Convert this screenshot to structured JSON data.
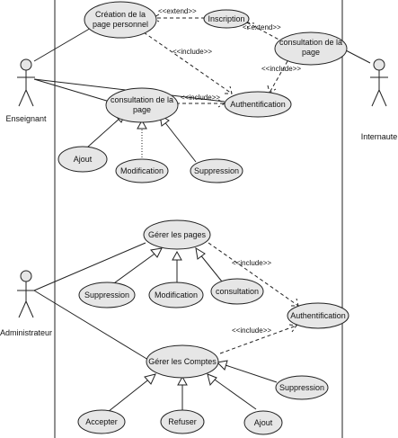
{
  "actors": {
    "enseignant": "Enseignant",
    "internaute": "Internaute",
    "administrateur": "Administrateur"
  },
  "use_cases": {
    "creation_l1": "Création de la",
    "creation_l2": "page personnel",
    "inscription": "Inscription",
    "consult_top_l1": "consultation de la",
    "consult_top_l2": "page",
    "consult_left_l1": "consultation de la",
    "consult_left_l2": "page",
    "auth_top": "Authentification",
    "ajout_top": "Ajout",
    "modification_top": "Modification",
    "suppression_top": "Suppression",
    "gerer_pages": "Gérer les pages",
    "suppression_mid": "Suppression",
    "modification_mid": "Modification",
    "consultation_mid": "consultation",
    "auth_bottom": "Authentification",
    "gerer_comptes": "Gérer les Comptes",
    "suppression_bottom": "Suppression",
    "accepter": "Accepter",
    "refuser": "Refuser",
    "ajout_bottom": "Ajout"
  },
  "relations": {
    "extend_1": "<<extend>>",
    "extend_2": "<<extend>>",
    "include_1": "<<include>>",
    "include_2": "<<include>>",
    "include_3": "<<include>>",
    "include_4": "<<include>>",
    "include_5": "<<include>>"
  }
}
